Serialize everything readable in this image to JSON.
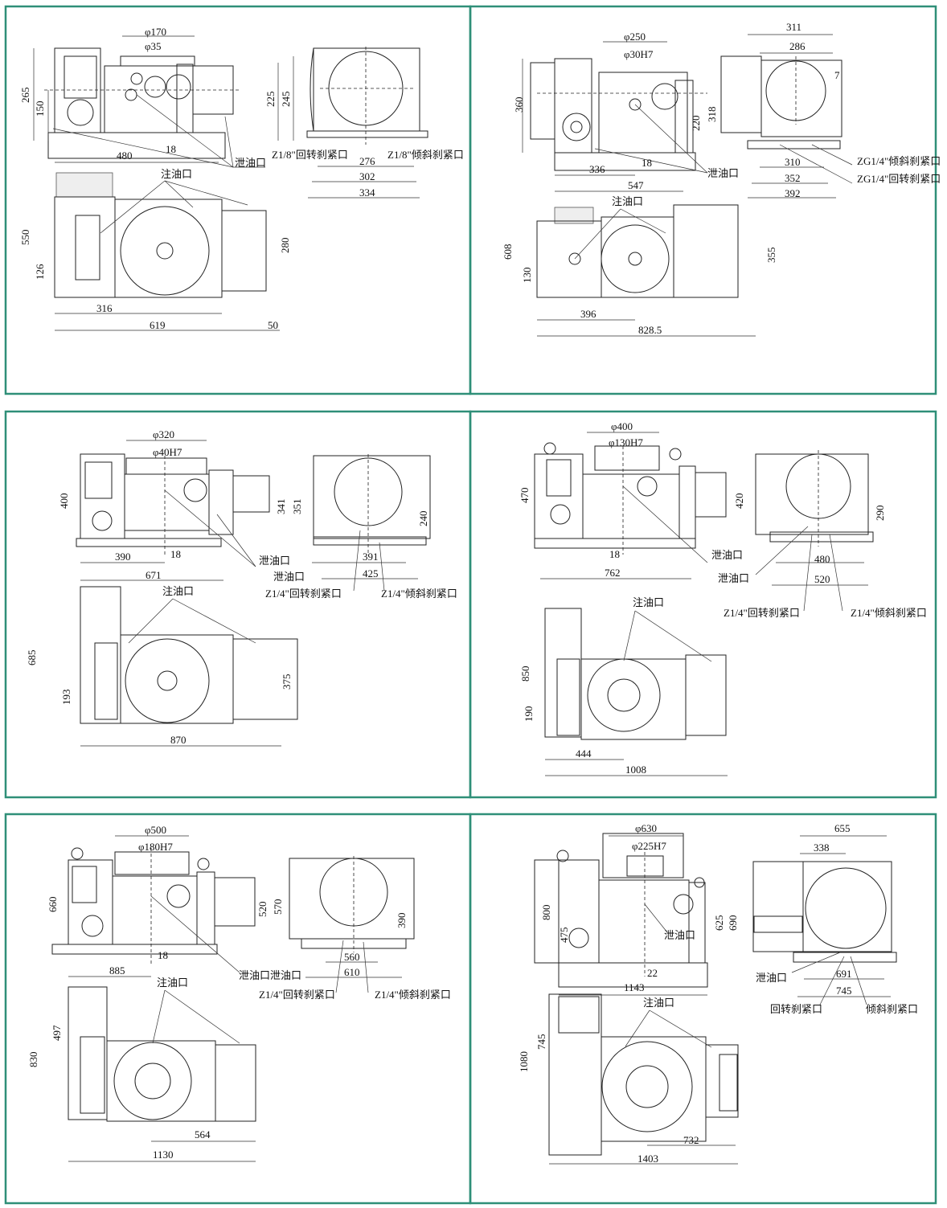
{
  "colors": {
    "frame": "#2f8f78",
    "line": "#222222"
  },
  "panels": [
    {
      "labels": [
        "φ170",
        "φ35",
        "265",
        "150",
        "225",
        "245",
        "18",
        "480",
        "泄油口",
        "Z1/8\"回转刹紧口",
        "276",
        "Z1/8\"倾斜刹紧口",
        "302",
        "334",
        "注油口",
        "550",
        "126",
        "280",
        "316",
        "619",
        "50"
      ]
    },
    {
      "labels": [
        "φ250",
        "φ30H7",
        "311",
        "286",
        "7",
        "360",
        "220",
        "318",
        "18",
        "336",
        "547",
        "泄油口",
        "ZG1/4\"倾斜刹紧口",
        "310",
        "352",
        "ZG1/4\"回转刹紧口",
        "392",
        "注油口",
        "608",
        "130",
        "355",
        "396",
        "828.5"
      ]
    },
    {
      "labels": [
        "φ320",
        "φ40H7",
        "400",
        "341",
        "351",
        "240",
        "18",
        "390",
        "671",
        "泄油口",
        "391",
        "泄油口",
        "425",
        "Z1/4\"回转刹紧口",
        "Z1/4\"倾斜刹紧口",
        "注油口",
        "685",
        "193",
        "375",
        "870"
      ]
    },
    {
      "labels": [
        "φ400",
        "φ130H7",
        "470",
        "420",
        "290",
        "18",
        "泄油口",
        "480",
        "762",
        "泄油口",
        "520",
        "Z1/4\"回转刹紧口",
        "Z1/4\"倾斜刹紧口",
        "注油口",
        "850",
        "190",
        "444",
        "1008"
      ]
    },
    {
      "labels": [
        "φ500",
        "φ180H7",
        "660",
        "520",
        "570",
        "390",
        "18",
        "885",
        "泄油口泄油口",
        "560",
        "610",
        "Z1/4\"回转刹紧口",
        "Z1/4\"倾斜刹紧口",
        "注油口",
        "497",
        "830",
        "564",
        "1130"
      ]
    },
    {
      "labels": [
        "φ630",
        "φ225H7",
        "655",
        "338",
        "800",
        "475",
        "625",
        "690",
        "泄油口",
        "22",
        "1143",
        "泄油口",
        "691",
        "745",
        "回转刹紧口",
        "倾斜刹紧口",
        "注油口",
        "745",
        "1080",
        "732",
        "1403"
      ]
    }
  ]
}
